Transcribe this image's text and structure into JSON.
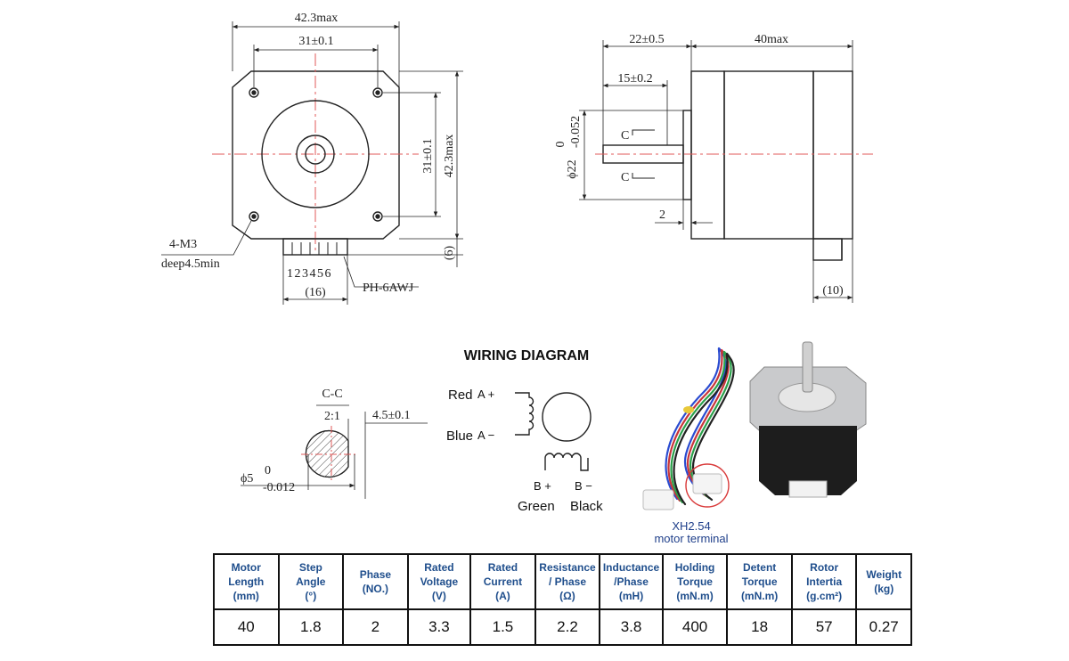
{
  "front_view": {
    "dim_width_max": "42.3max",
    "dim_hole_spacing_h": "31±0.1",
    "dim_hole_spacing_v": "31±0.1",
    "dim_height_max": "42.3max",
    "dim_connector_offset": "(6)",
    "hole_note_line1": "4-M3",
    "hole_note_line2": "deep4.5min",
    "pin_numbers": "123456",
    "dim_connector_width": "(16)",
    "connector_type": "PH-6AWJ"
  },
  "side_view": {
    "dim_shaft_length": "22±0.5",
    "dim_body_length": "40max",
    "dim_flat_length": "15±0.2",
    "dim_boss_diameter": "ϕ22",
    "dim_boss_tol_upper": "0",
    "dim_boss_tol_lower": "-0.052",
    "section_mark": "C",
    "dim_boss_height": "2",
    "dim_connector_depth": "(10)"
  },
  "section_detail": {
    "title": "C-C",
    "scale": "2:1",
    "dim_flat": "4.5±0.1",
    "dim_shaft_diameter": "ϕ5",
    "dim_tol_upper": "0",
    "dim_tol_lower": "-0.012"
  },
  "wiring": {
    "title": "WIRING DIAGRAM",
    "red_label": "Red",
    "a_plus": "A +",
    "blue_label": "Blue",
    "a_minus": "A −",
    "b_plus": "B +",
    "b_minus": "B −",
    "green_label": "Green",
    "black_label": "Black"
  },
  "photo": {
    "terminal_label_line1": "XH2.54",
    "terminal_label_line2": "motor terminal"
  },
  "specs": {
    "headers": [
      [
        "Motor",
        "Length",
        "(mm)"
      ],
      [
        "Step",
        "Angle",
        "(°)"
      ],
      [
        "Phase",
        "(NO.)"
      ],
      [
        "Rated",
        "Voltage",
        "(V)"
      ],
      [
        "Rated",
        "Current",
        "(A)"
      ],
      [
        "Resistance",
        "/ Phase",
        "(Ω)"
      ],
      [
        "Inductance",
        "/Phase",
        "(mH)"
      ],
      [
        "Holding",
        "Torque",
        "(mN.m)"
      ],
      [
        "Detent",
        "Torque",
        "(mN.m)"
      ],
      [
        "Rotor",
        "Intertia",
        "(g.cm²)"
      ],
      [
        "Weight",
        "(kg)"
      ]
    ],
    "values": [
      "40",
      "1.8",
      "2",
      "3.3",
      "1.5",
      "2.2",
      "3.8",
      "400",
      "18",
      "57",
      "0.27"
    ]
  }
}
